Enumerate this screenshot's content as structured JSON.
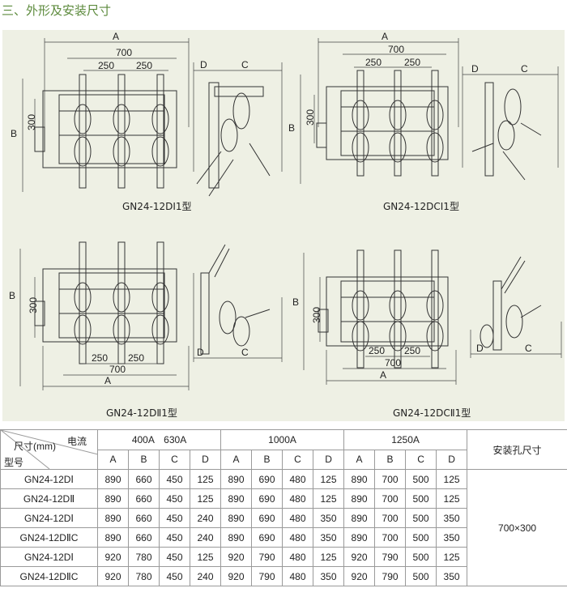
{
  "section_title": "三、外形及安装尺寸",
  "figures": [
    {
      "caption": "GN24-12DⅠ1型",
      "dims": {
        "a": "A",
        "w700": "700",
        "w250a": "250",
        "w250b": "250",
        "b": "B",
        "h300": "300",
        "d": "D",
        "c": "C"
      }
    },
    {
      "caption": "GN24-12DCⅠ1型",
      "dims": {
        "a": "A",
        "w700": "700",
        "w250a": "250",
        "w250b": "250",
        "b": "B",
        "h300": "300",
        "d": "D",
        "c": "C"
      }
    },
    {
      "caption": "GN24-12DⅡ1型",
      "dims": {
        "a": "A",
        "w700": "700",
        "w250a": "250",
        "w250b": "250",
        "b": "B",
        "h300": "300",
        "d": "D",
        "c": "C"
      }
    },
    {
      "caption": "GN24-12DCⅡ1型",
      "dims": {
        "a": "A",
        "w700": "700",
        "w250a": "250",
        "w250b": "250",
        "b": "B",
        "h300": "300",
        "d": "D",
        "c": "C"
      }
    }
  ],
  "table": {
    "corner_current": "电流",
    "corner_size": "尺寸(mm)",
    "corner_model": "型号",
    "groups": [
      "400A　630A",
      "1000A",
      "1250A"
    ],
    "mount_header": "安装孔尺寸",
    "sub_headers": [
      "A",
      "B",
      "C",
      "D",
      "A",
      "B",
      "C",
      "D",
      "A",
      "B",
      "C",
      "D"
    ],
    "rows": [
      {
        "model": "GN24-12DⅠ",
        "values": [
          "890",
          "660",
          "450",
          "125",
          "890",
          "690",
          "480",
          "125",
          "890",
          "700",
          "500",
          "125"
        ]
      },
      {
        "model": "GN24-12DⅡ",
        "values": [
          "890",
          "660",
          "450",
          "125",
          "890",
          "690",
          "480",
          "125",
          "890",
          "700",
          "500",
          "125"
        ]
      },
      {
        "model": "GN24-12DⅠ",
        "values": [
          "890",
          "660",
          "450",
          "240",
          "890",
          "690",
          "480",
          "350",
          "890",
          "700",
          "500",
          "350"
        ]
      },
      {
        "model": "GN24-12DⅡC",
        "values": [
          "890",
          "660",
          "450",
          "240",
          "890",
          "690",
          "480",
          "350",
          "890",
          "700",
          "500",
          "350"
        ]
      },
      {
        "model": "GN24-12DⅠ",
        "values": [
          "920",
          "780",
          "450",
          "125",
          "920",
          "790",
          "480",
          "125",
          "920",
          "790",
          "500",
          "125"
        ]
      },
      {
        "model": "GN24-12DⅡC",
        "values": [
          "920",
          "780",
          "450",
          "240",
          "920",
          "790",
          "480",
          "350",
          "920",
          "790",
          "500",
          "350"
        ]
      }
    ],
    "mount_value": "700×300"
  }
}
